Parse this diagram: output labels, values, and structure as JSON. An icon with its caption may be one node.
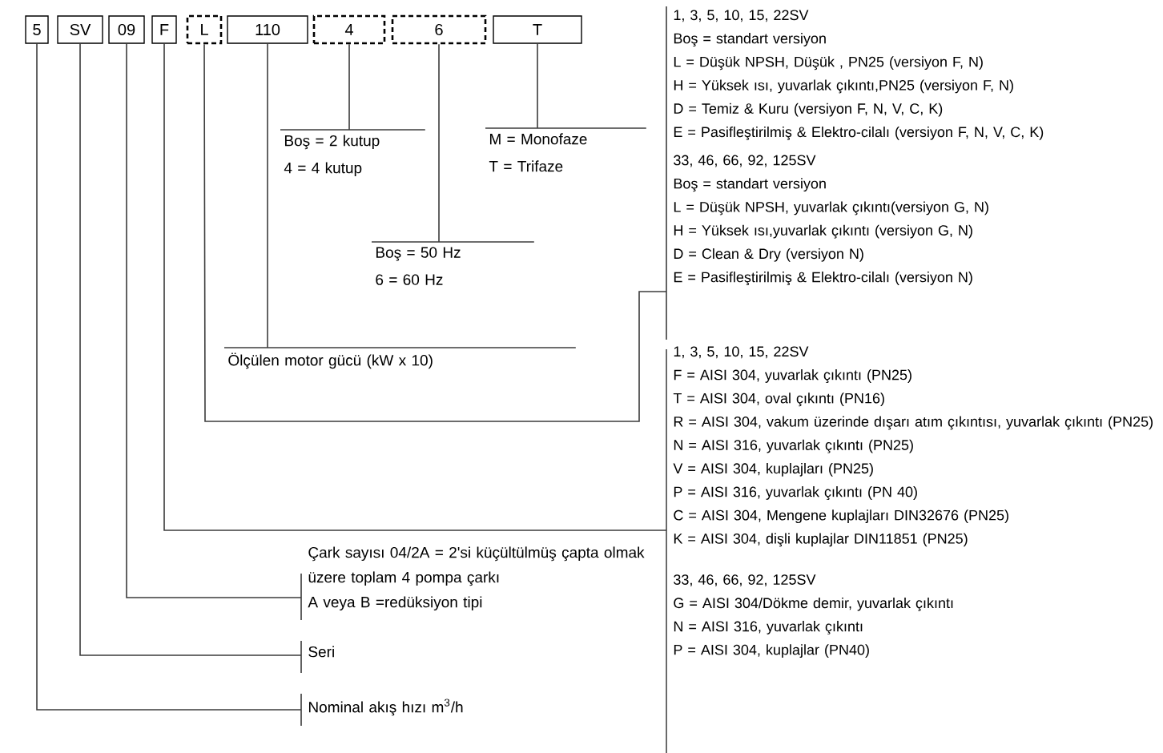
{
  "diagram": {
    "nodes": [
      {
        "text": [
          "5"
        ]
      },
      {
        "text": [
          "SV"
        ]
      },
      {
        "text": [
          "09"
        ]
      },
      {
        "text": [
          "F"
        ]
      },
      {
        "text": [
          "L"
        ]
      },
      {
        "text": [
          "110"
        ]
      },
      {
        "text": [
          "4"
        ]
      },
      {
        "text": [
          "6"
        ]
      },
      {
        "text": [
          "T"
        ]
      },
      {
        "text": [
          "Boş = 2 kutup",
          "4 = 4 kutup"
        ]
      },
      {
        "text": [
          "M = Monofaze",
          "T = Trifaze"
        ]
      },
      {
        "text": [
          "Boş = 50 Hz",
          "6 = 60 Hz"
        ]
      },
      {
        "text": [
          "Ölçülen motor gücü (kW x 10)"
        ]
      },
      {
        "text": [
          "1, 3, 5, 10, 15, 22SV",
          "Boş = standart versiyon",
          "L = Düşük NPSH, Düşük , PN25 (versiyon F, N)",
          "H = Yüksek ısı, yuvarlak çıkıntı,PN25 (versiyon F, N)",
          "D = Temiz & Kuru (versiyon F, N, V, C, K)",
          "E = Pasifleştirilmiş & Elektro-cilalı (versiyon F, N, V, C, K)",
          "33, 46, 66, 92, 125SV",
          "Boş = standart versiyon",
          "L = Düşük NPSH, yuvarlak çıkıntı(versiyon G, N)",
          "H = Yüksek ısı,yuvarlak çıkıntı (versiyon G, N)",
          "D = Clean & Dry (versiyon N)",
          "E = Pasifleştirilmiş & Elektro-cilalı (versiyon N)"
        ]
      },
      {
        "text": [
          "1, 3, 5, 10, 15, 22SV",
          "F = AISI 304, yuvarlak çıkıntı (PN25)",
          "T = AISI 304, oval çıkıntı (PN16)",
          "R = AISI 304, vakum üzerinde dışarı atım çıkıntısı, yuvarlak çıkıntı (PN25)",
          "N = AISI 316, yuvarlak çıkıntı (PN25)",
          "V = AISI 304, kuplajları (PN25)",
          "P = AISI 316, yuvarlak çıkıntı (PN 40)",
          "C = AISI 304, Mengene kuplajları DIN32676 (PN25)",
          "K = AISI 304, dişli kuplajlar DIN11851 (PN25)",
          "33, 46, 66, 92, 125SV",
          "G = AISI 304/Dökme demir, yuvarlak çıkıntı",
          "N = AISI 316, yuvarlak çıkıntı",
          "P = AISI 304, kuplajlar (PN40)"
        ]
      },
      {
        "text": [
          "Çark sayısı 04/2A = 2'si küçültülmüş çapta olmak üzere toplam 4 pompa çarkı",
          "A veya B =redüksiyon tipi"
        ]
      },
      {
        "text": [
          "Seri"
        ]
      },
      {
        "text": [
          "Nominal akış hızı m$^{3}$/h"
        ]
      }
    ],
    "edges": [
      {
        "from": 0,
        "to": 17,
        "arrow": "none"
      },
      {
        "from": 1,
        "to": 16,
        "arrow": "none"
      },
      {
        "from": 2,
        "to": 15,
        "arrow": "none"
      },
      {
        "from": 3,
        "to": 14,
        "arrow": "none"
      },
      {
        "from": 4,
        "to": 13,
        "arrow": "none"
      },
      {
        "from": 5,
        "to": 12,
        "arrow": "none"
      },
      {
        "from": 6,
        "to": 9,
        "arrow": "none"
      },
      {
        "from": 7,
        "to": 11,
        "arrow": "none"
      },
      {
        "from": 8,
        "to": 10,
        "arrow": "none"
      }
    ]
  }
}
